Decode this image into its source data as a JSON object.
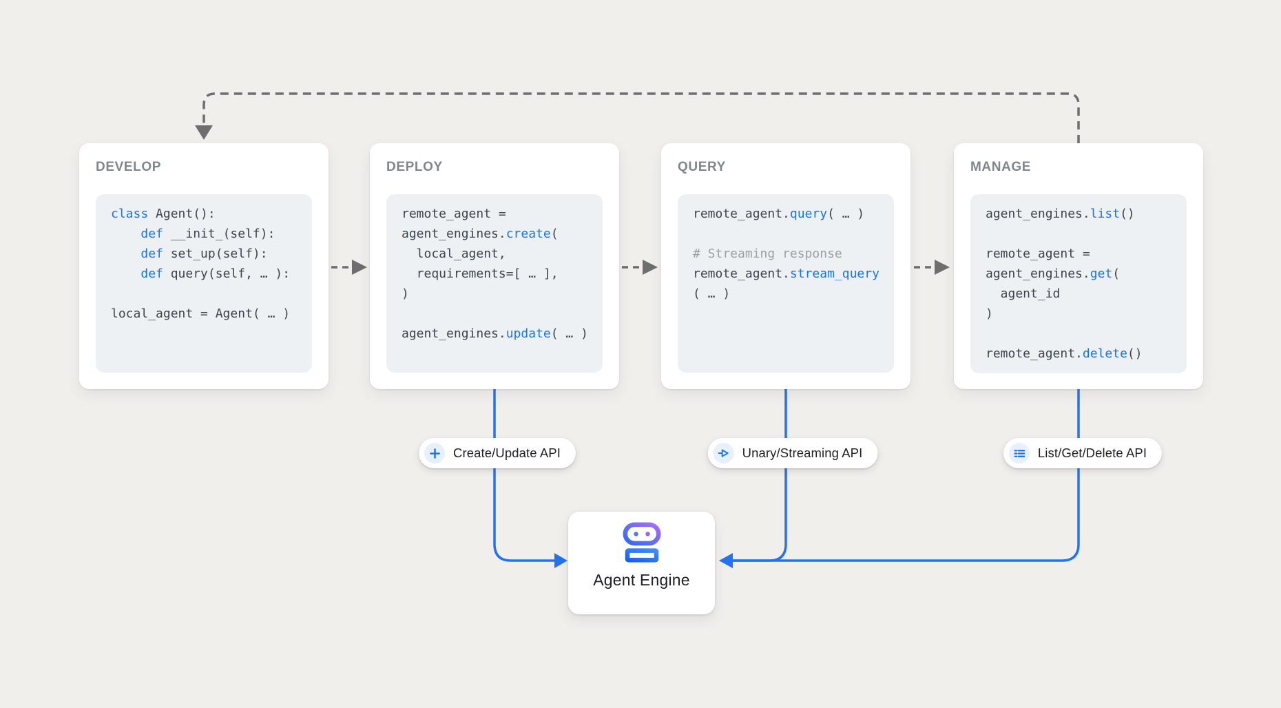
{
  "palette": {
    "bg": "#f1efec",
    "card_bg": "#ffffff",
    "code_bg": "#eef1f3",
    "title_gray": "#80868b",
    "code_text": "#3d444b",
    "code_kw": "#1a73e8",
    "code_cm": "#9aa0a6",
    "line_blue": "#2471f2",
    "dash_gray": "#6e6e6e",
    "pill_icon_bg": "#e7f0fe",
    "icon_blue": "#1a73e8",
    "label_dark": "#202124",
    "robot_blue": "#2e6bf2",
    "robot_purple": "#a96df8",
    "robot_body_start": "#1b5ff0",
    "robot_body_end": "#3f8df8"
  },
  "cards": [
    {
      "title": "DEVELOP",
      "lines": [
        [
          {
            "t": "class",
            "c": "kw"
          },
          {
            "t": " Agent():"
          }
        ],
        [
          {
            "t": "    "
          },
          {
            "t": "def",
            "c": "kw"
          },
          {
            "t": " __init_(self):"
          }
        ],
        [
          {
            "t": "    "
          },
          {
            "t": "def",
            "c": "kw"
          },
          {
            "t": " set_up(self):"
          }
        ],
        [
          {
            "t": "    "
          },
          {
            "t": "def",
            "c": "kw"
          },
          {
            "t": " query(self, … ):"
          }
        ],
        [],
        [
          {
            "t": "local_agent = Agent( … )"
          }
        ]
      ]
    },
    {
      "title": "DEPLOY",
      "lines": [
        [
          {
            "t": "remote_agent ="
          }
        ],
        [
          {
            "t": "agent_engines."
          },
          {
            "t": "create",
            "c": "kw"
          },
          {
            "t": "("
          }
        ],
        [
          {
            "t": "  local_agent,"
          }
        ],
        [
          {
            "t": "  requirements=[ … ],"
          }
        ],
        [
          {
            "t": ")"
          }
        ],
        [],
        [
          {
            "t": "agent_engines."
          },
          {
            "t": "update",
            "c": "kw"
          },
          {
            "t": "( … )"
          }
        ]
      ]
    },
    {
      "title": "QUERY",
      "lines": [
        [
          {
            "t": "remote_agent."
          },
          {
            "t": "query",
            "c": "kw"
          },
          {
            "t": "( … )"
          }
        ],
        [],
        [
          {
            "t": "# Streaming response",
            "c": "cm"
          }
        ],
        [
          {
            "t": "remote_agent."
          },
          {
            "t": "stream_query",
            "c": "kw"
          }
        ],
        [
          {
            "t": "( … )"
          }
        ]
      ]
    },
    {
      "title": "MANAGE",
      "lines": [
        [
          {
            "t": "agent_engines."
          },
          {
            "t": "list",
            "c": "kw"
          },
          {
            "t": "()"
          }
        ],
        [],
        [
          {
            "t": "remote_agent ="
          }
        ],
        [
          {
            "t": "agent_engines."
          },
          {
            "t": "get",
            "c": "kw"
          },
          {
            "t": "("
          }
        ],
        [
          {
            "t": "  agent_id"
          }
        ],
        [
          {
            "t": ")"
          }
        ],
        [],
        [
          {
            "t": "remote_agent."
          },
          {
            "t": "delete",
            "c": "kw"
          },
          {
            "t": "()"
          }
        ]
      ]
    }
  ],
  "pills": [
    {
      "label": "Create/Update API",
      "icon": "plus-icon"
    },
    {
      "label": "Unary/Streaming API",
      "icon": "streaming-send-icon"
    },
    {
      "label": "List/Get/Delete API",
      "icon": "list-icon"
    }
  ],
  "engine": {
    "label": "Agent Engine",
    "icon": "robot-icon"
  },
  "connections": [
    {
      "from": "DEVELOP",
      "to": "DEPLOY",
      "style": "dashed-gray"
    },
    {
      "from": "DEPLOY",
      "to": "QUERY",
      "style": "dashed-gray"
    },
    {
      "from": "QUERY",
      "to": "MANAGE",
      "style": "dashed-gray"
    },
    {
      "from": "MANAGE",
      "to": "DEVELOP",
      "style": "dashed-gray-feedback-loop"
    },
    {
      "from": "DEPLOY",
      "to": "Agent Engine",
      "via": "Create/Update API",
      "style": "solid-blue"
    },
    {
      "from": "QUERY",
      "to": "Agent Engine",
      "via": "Unary/Streaming API",
      "style": "solid-blue"
    },
    {
      "from": "MANAGE",
      "to": "Agent Engine",
      "via": "List/Get/Delete API",
      "style": "solid-blue"
    }
  ]
}
